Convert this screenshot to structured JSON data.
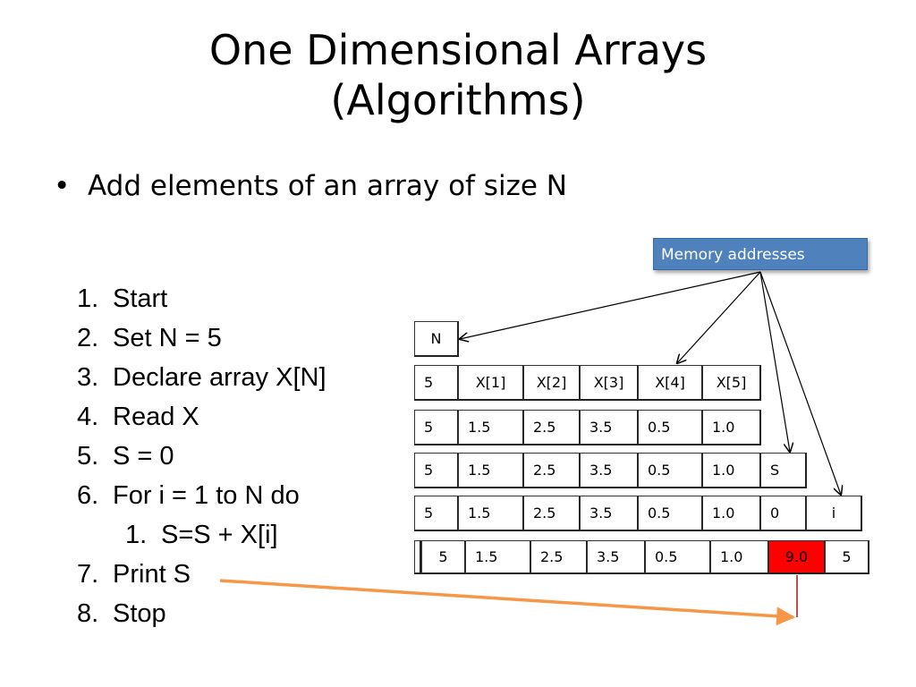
{
  "slide": {
    "title_line1": "One Dimensional Arrays",
    "title_line2": "(Algorithms)",
    "bullet": "Add elements of an array of size N",
    "bullet_marker": "•"
  },
  "algorithm": [
    {
      "num": "1.",
      "text": "Start"
    },
    {
      "num": "2.",
      "text": "Set N = 5"
    },
    {
      "num": "3.",
      "text": "Declare array  X[N]"
    },
    {
      "num": "4.",
      "text": "Read X"
    },
    {
      "num": "5.",
      "text": "S = 0"
    },
    {
      "num": "6.",
      "text": "For i = 1 to N do"
    },
    {
      "num": "1.",
      "text": "S=S + X[i]"
    },
    {
      "num": "7.",
      "text": "Print S"
    },
    {
      "num": "8.",
      "text": "Stop"
    }
  ],
  "memory_label": "Memory addresses",
  "memory": {
    "row0": [
      "N"
    ],
    "row1": [
      "5",
      "X[1]",
      "X[2]",
      "X[3]",
      "X[4]",
      "X[5]"
    ],
    "row2": [
      "5",
      "1.5",
      "2.5",
      "3.5",
      "0.5",
      "1.0"
    ],
    "row3": [
      "5",
      "1.5",
      "2.5",
      "3.5",
      "0.5",
      "1.0",
      "S"
    ],
    "row4": [
      "5",
      "1.5",
      "2.5",
      "3.5",
      "0.5",
      "1.0",
      "0",
      "i"
    ],
    "row5": [
      "5",
      "1.5",
      "2.5",
      "3.5",
      "0.5",
      "1.0",
      "9.0",
      "5"
    ]
  },
  "colors": {
    "memory_box": "#4f81bd",
    "sum_cell": "#ff0000",
    "print_arrow": "#f79646",
    "connector": "#c0504d"
  }
}
